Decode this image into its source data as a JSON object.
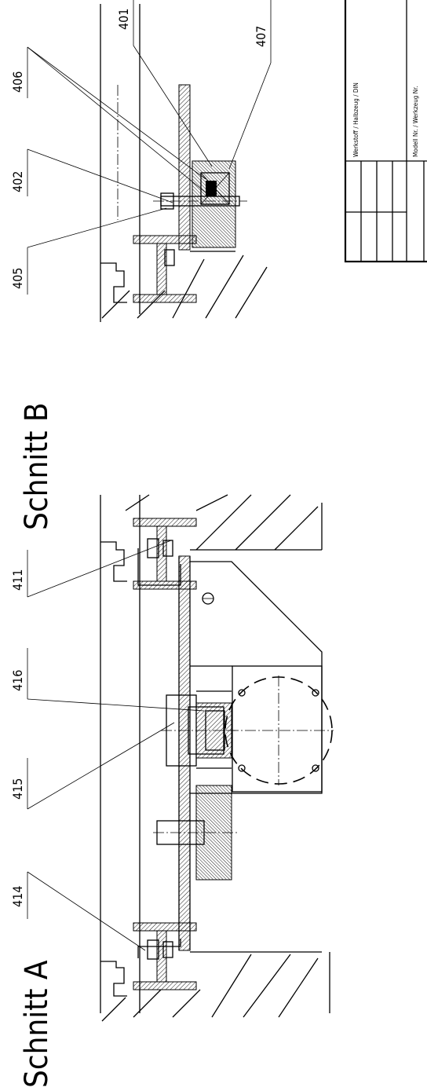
{
  "sections": {
    "a_title": "Schnitt A",
    "b_title": "Schnitt B"
  },
  "callouts": {
    "section_a": [
      "414",
      "415",
      "416",
      "411"
    ],
    "section_b": [
      "405",
      "402",
      "406",
      "401",
      "407"
    ]
  },
  "title_block": {
    "material_label": "Werkstoff / Halbzeug / DIN",
    "model_label": "Modell Nr. / Werkzeug Nr."
  },
  "style": {
    "line_color": "#000000",
    "background": "#ffffff"
  }
}
